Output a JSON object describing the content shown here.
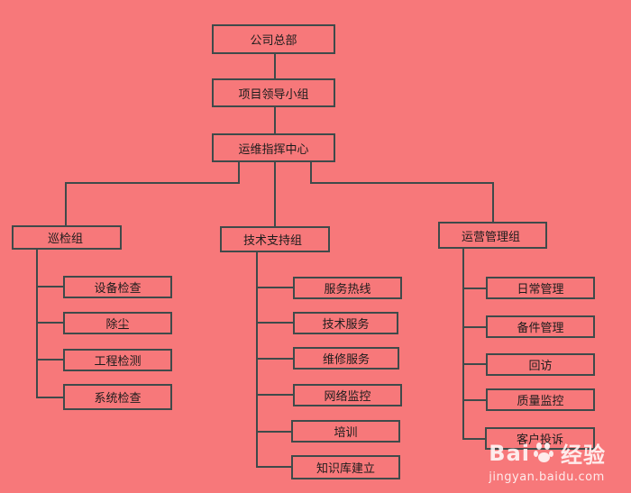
{
  "diagram": {
    "root": "公司总部",
    "leadership": "项目领导小组",
    "command_center": "运维指挥中心",
    "groups": [
      {
        "name": "巡检组",
        "items": [
          "设备检查",
          "除尘",
          "工程检测",
          "系统检查"
        ]
      },
      {
        "name": "技术支持组",
        "items": [
          "服务热线",
          "技术服务",
          "维修服务",
          "网络监控",
          "培训",
          "知识库建立"
        ]
      },
      {
        "name": "运营管理组",
        "items": [
          "日常管理",
          "备件管理",
          "回访",
          "质量监控",
          "客户投诉"
        ]
      }
    ]
  },
  "watermark": {
    "logo_prefix": "Bai",
    "logo_suffix": "经验",
    "url": "jingyan.baidu.com"
  },
  "colors": {
    "background": "#f7787a",
    "box_fill": "#f7787a",
    "stroke": "#3f4a4a",
    "text": "#1c1c1c"
  }
}
